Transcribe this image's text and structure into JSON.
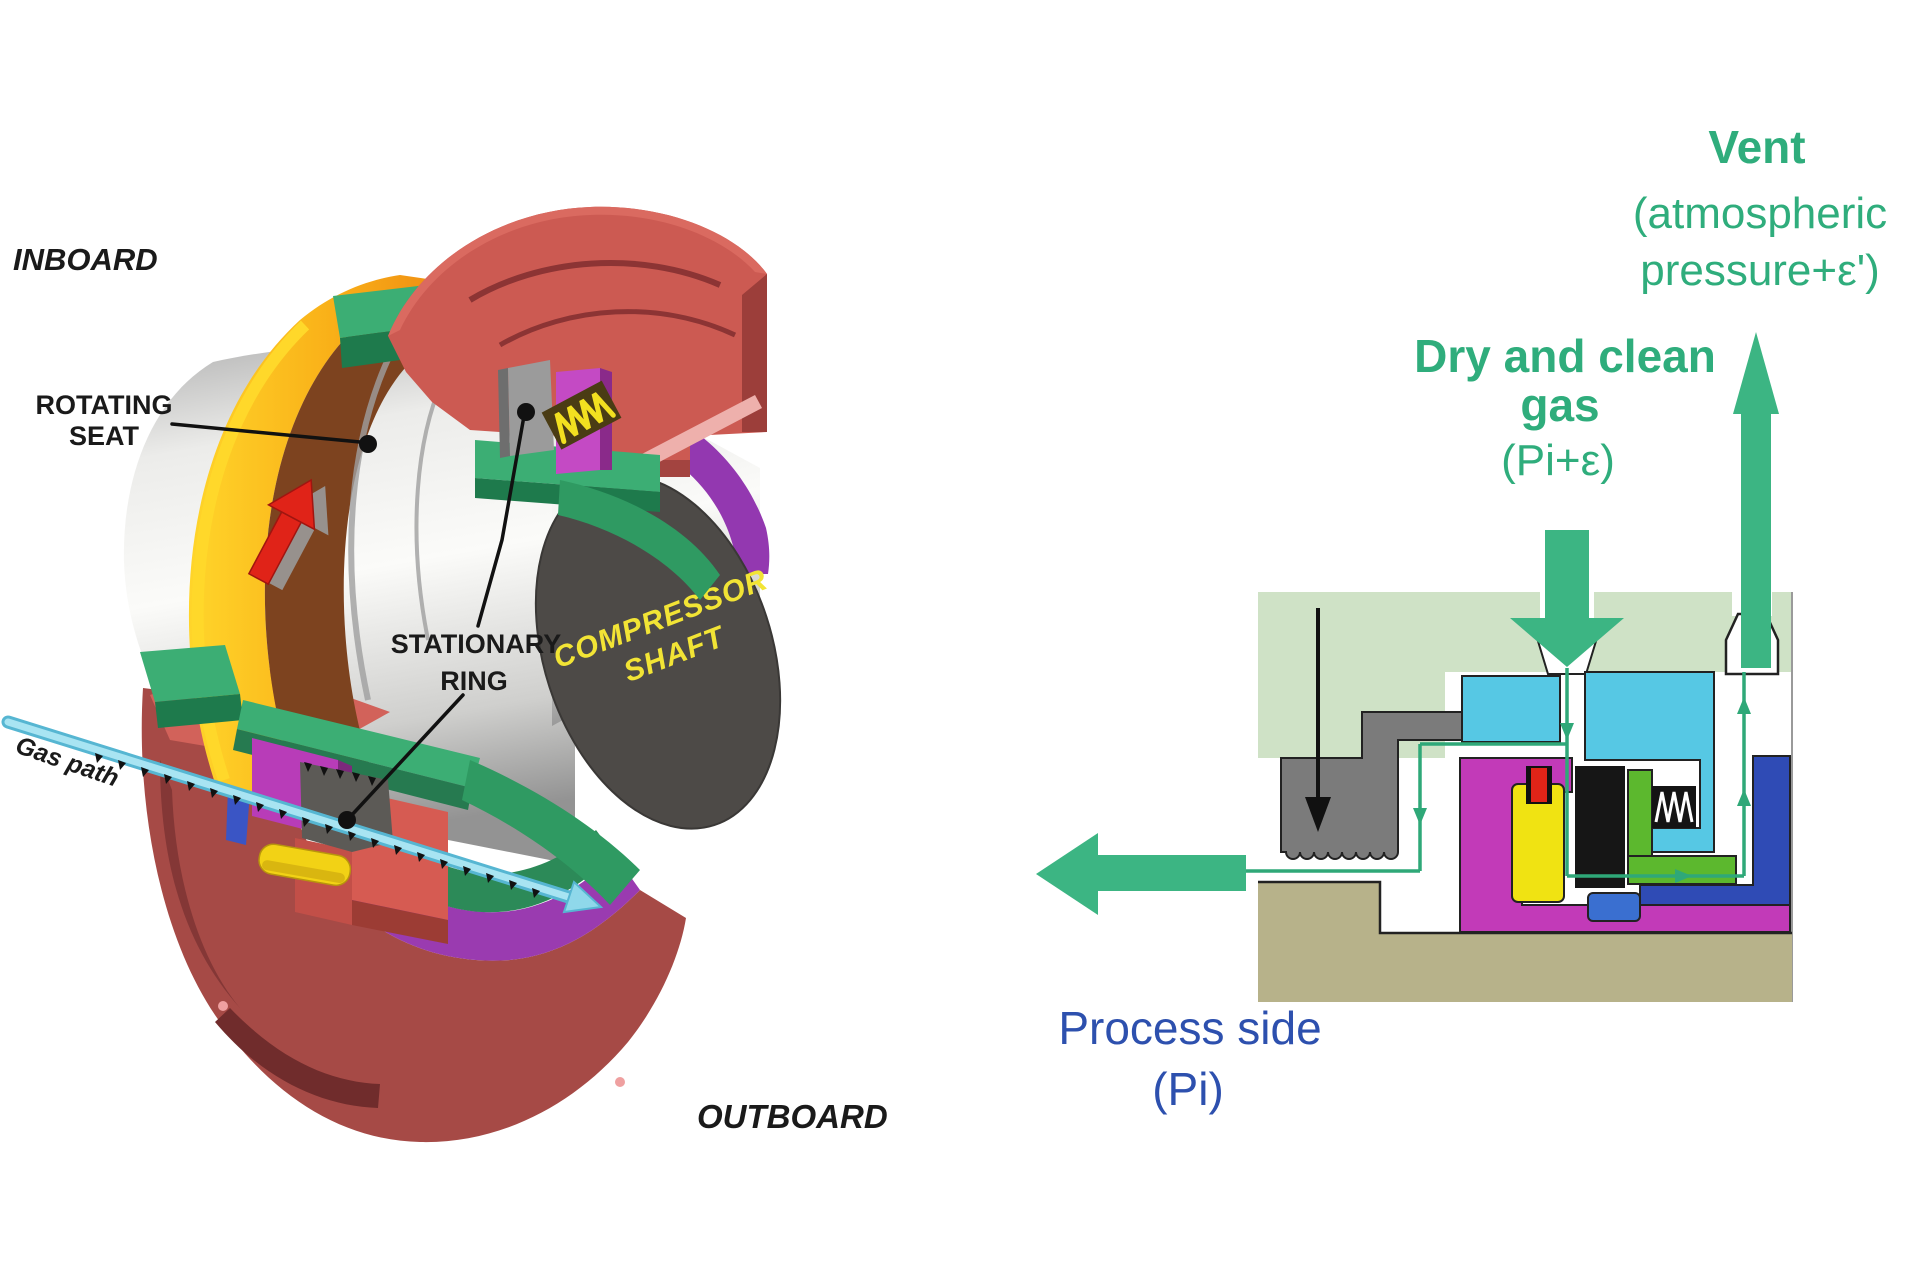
{
  "left_diagram": {
    "labels": {
      "inboard": "INBOARD",
      "rotating_seat_line1": "ROTATING",
      "rotating_seat_line2": "SEAT",
      "stationary_ring_line1": "STATIONARY",
      "stationary_ring_line2": "RING",
      "gas_path": "Gas path",
      "shaft_line1": "COMPRESSOR",
      "shaft_line2": "SHAFT",
      "outboard": "OUTBOARD"
    },
    "label_color": "#1a1a1a",
    "shaft_text_color": "#f2e435",
    "gas_path_color": "#8fd8ea"
  },
  "right_diagram": {
    "vent": {
      "title": "Vent",
      "sub1": "(atmospheric",
      "sub2": "pressure+ε')"
    },
    "supply": {
      "line1": "Dry and clean",
      "line2": "gas",
      "line3": "(Pi+ε)"
    },
    "process": {
      "line1": "Process side",
      "line2": "(Pi)"
    },
    "text_green": "#2fad7c",
    "text_blue": "#2d50ae",
    "arrow_green": "#3cb583",
    "flow_line_green": "#2fa878",
    "part_colors": {
      "housing_light_green": "#cfe2c6",
      "labyrinth_gray": "#7b7b7b",
      "shaft_tan": "#b7b28a",
      "sleeve_magenta": "#c23ab8",
      "seat_yellow": "#f0e312",
      "stationary_black": "#161616",
      "seal_cyan": "#56c8e4",
      "carrier_green": "#5cb82e",
      "gland_blue": "#2f4bb5",
      "marker_red": "#e02418"
    }
  }
}
